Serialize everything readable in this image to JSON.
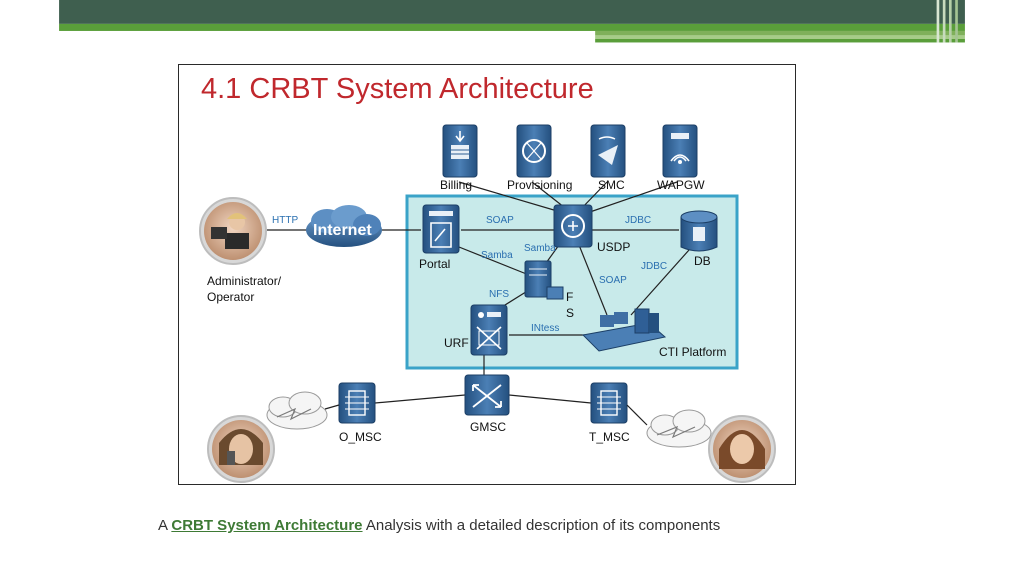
{
  "slide": {
    "title": "4.1 CRBT System Architecture",
    "caption_prefix": "A ",
    "caption_link": "CRBT System Architecture",
    "caption_suffix": " Analysis with a detailed description of its components"
  },
  "nodes": {
    "billing": "Billing",
    "provisioning": "Provisioning",
    "smc": "SMC",
    "wapgw": "WAPGW",
    "portal": "Portal",
    "usdp": "USDP",
    "db": "DB",
    "fs_f": "F",
    "fs_s": "S",
    "urf": "URF",
    "cti": "CTI Platform",
    "gmsc": "GMSC",
    "o_msc": "O_MSC",
    "t_msc": "T_MSC",
    "internet": "Internet",
    "admin_line1": "Administrator/",
    "admin_line2": "Operator"
  },
  "protocols": {
    "http": "HTTP",
    "soap_portal": "SOAP",
    "jdbc_db": "JDBC",
    "samba_left": "Samba",
    "samba_right": "Samba",
    "soap_cti": "SOAP",
    "jdbc_cti": "JDBC",
    "nfs": "NFS",
    "intess": "INtess"
  },
  "colors": {
    "header_dark": "#3f5f4f",
    "header_green": "#5a9e3a",
    "title_red": "#c0282d",
    "platform_fill": "#c8eaea",
    "platform_border": "#3aa3c8",
    "device_blue": "#2f5f96",
    "protocol_blue": "#2a6fb0",
    "caption_link": "#3e7a35"
  }
}
